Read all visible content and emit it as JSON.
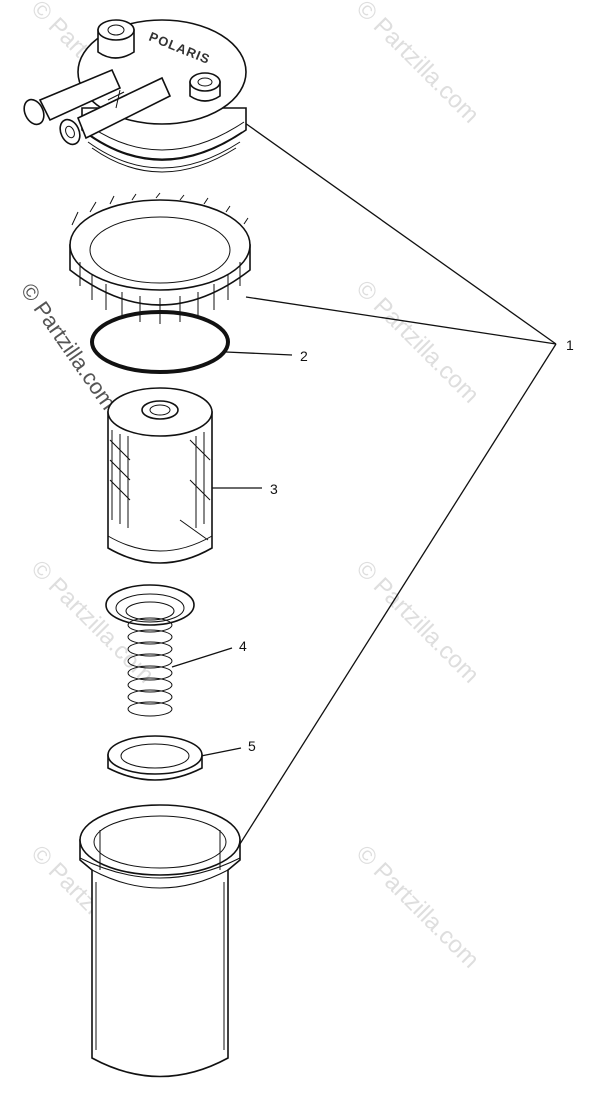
{
  "watermark": {
    "text": "© Partzilla.com"
  },
  "logo_text": "POLARIS",
  "callouts": [
    {
      "id": "1",
      "label": "1"
    },
    {
      "id": "2",
      "label": "2"
    },
    {
      "id": "3",
      "label": "3"
    },
    {
      "id": "4",
      "label": "4"
    },
    {
      "id": "5",
      "label": "5"
    }
  ]
}
